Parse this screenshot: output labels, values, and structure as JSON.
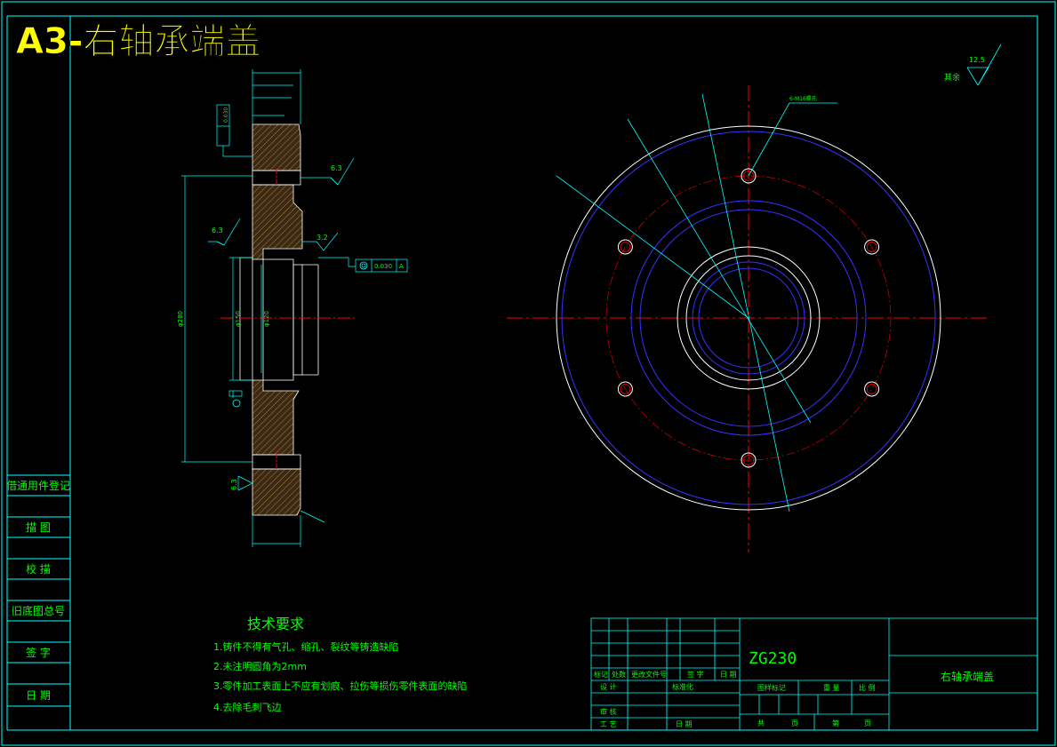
{
  "title": "A3-右轴承端盖",
  "colors": {
    "background": "#000000",
    "frame": "#00ffff",
    "outline": "#ffffff",
    "hidden_blue": "#3333ff",
    "center_line": "#ff0000",
    "text_green": "#00ff00",
    "title_yellow": "#ffff00"
  },
  "left_column": [
    "借通用件登记",
    "描 图",
    "校 描",
    "旧底图总号",
    "签 字",
    "日 期"
  ],
  "section_view": {
    "dim_diameter_outer": "φ280",
    "dim_diameter_mid": "φ150",
    "dim_diameter_inner": "φ120",
    "roughness_1": "6.3",
    "roughness_2": "6.3",
    "roughness_3": "3.2",
    "roughness_4": "6.3",
    "tolerance_flatness": "0.030",
    "tolerance_concentric": "0.030",
    "datum": "A"
  },
  "front_view": {
    "hole_note": "6-M16螺孔"
  },
  "general_roughness": {
    "value": "12.5",
    "label": "其余"
  },
  "tech_requirements": {
    "heading": "技术要求",
    "items": [
      "1.铸件不得有气孔、缩孔、裂纹等铸造缺陷",
      "2.未注明圆角为2mm",
      "3.零件加工表面上不应有划痕、拉伤等损伤零件表面的缺陷",
      "4.去除毛刺飞边"
    ]
  },
  "title_block": {
    "material": "ZG230",
    "part_name": "右轴承端盖",
    "rev_headers": [
      "标记",
      "处数",
      "更改文件号",
      "签 字",
      "日 期"
    ],
    "row_design": [
      "设 计",
      "标准化"
    ],
    "row_review": "审 核",
    "row_process": [
      "工 艺",
      "日 期"
    ],
    "stage_headers": [
      "图样标记",
      "重 量",
      "比 例"
    ],
    "sheet_row": [
      "共",
      "页",
      "第",
      "页"
    ]
  }
}
